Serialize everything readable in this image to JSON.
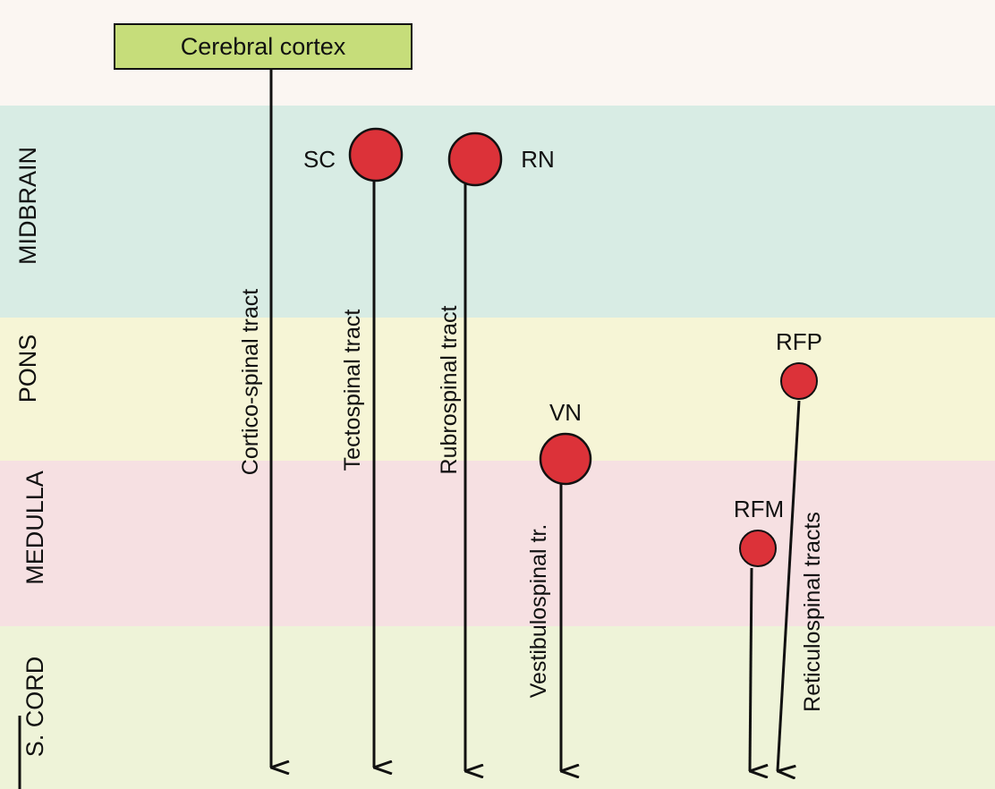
{
  "colors": {
    "midbrain": "#d8ece4",
    "pons": "#f6f5d6",
    "medulla": "#f6e0e2",
    "spinal_cord": "#eef3d8",
    "top_background": "#fbf6f2",
    "cortex_box": "#c6dd7a",
    "nucleus": "#dc3239",
    "line": "#111111"
  },
  "origin": {
    "name": "Cerebral cortex"
  },
  "regions": [
    {
      "id": "midbrain",
      "label": "MIDBRAIN"
    },
    {
      "id": "pons",
      "label": "PONS"
    },
    {
      "id": "medulla",
      "label": "MEDULLA"
    },
    {
      "id": "spinal_cord",
      "label": "S. CORD"
    }
  ],
  "nuclei": [
    {
      "id": "sc",
      "label": "SC"
    },
    {
      "id": "rn",
      "label": "RN"
    },
    {
      "id": "vn",
      "label": "VN"
    },
    {
      "id": "rfm",
      "label": "RFM"
    },
    {
      "id": "rfp",
      "label": "RFP"
    }
  ],
  "tracts": [
    {
      "id": "corticospinal",
      "label": "Cortico-spinal tract",
      "origin": "Cerebral cortex"
    },
    {
      "id": "tectospinal",
      "label": "Tectospinal tract",
      "origin": "SC"
    },
    {
      "id": "rubrospinal",
      "label": "Rubrospinal tract",
      "origin": "RN"
    },
    {
      "id": "vestibulospinal",
      "label": "Vestibulospinal tr.",
      "origin": "VN"
    },
    {
      "id": "reticulospinal",
      "label": "Reticulospinal tracts",
      "origin": "RFM, RFP"
    }
  ]
}
